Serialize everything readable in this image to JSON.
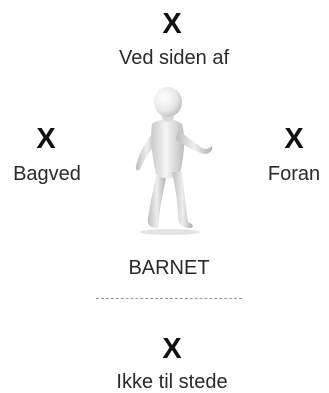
{
  "positions": {
    "top": {
      "mark": "X",
      "label": "Ved siden af"
    },
    "left": {
      "mark": "X",
      "label": "Bagved"
    },
    "right": {
      "mark": "X",
      "label": "Foran"
    },
    "bottom": {
      "mark": "X",
      "label": "Ikke til stede"
    }
  },
  "center": {
    "label": "BARNET",
    "figure_icon": "3d-person-walking-icon"
  },
  "colors": {
    "text": "#2a2a2a",
    "mark": "#111111",
    "divider": "#9a9a9a",
    "figure": "#e6e6e6"
  }
}
